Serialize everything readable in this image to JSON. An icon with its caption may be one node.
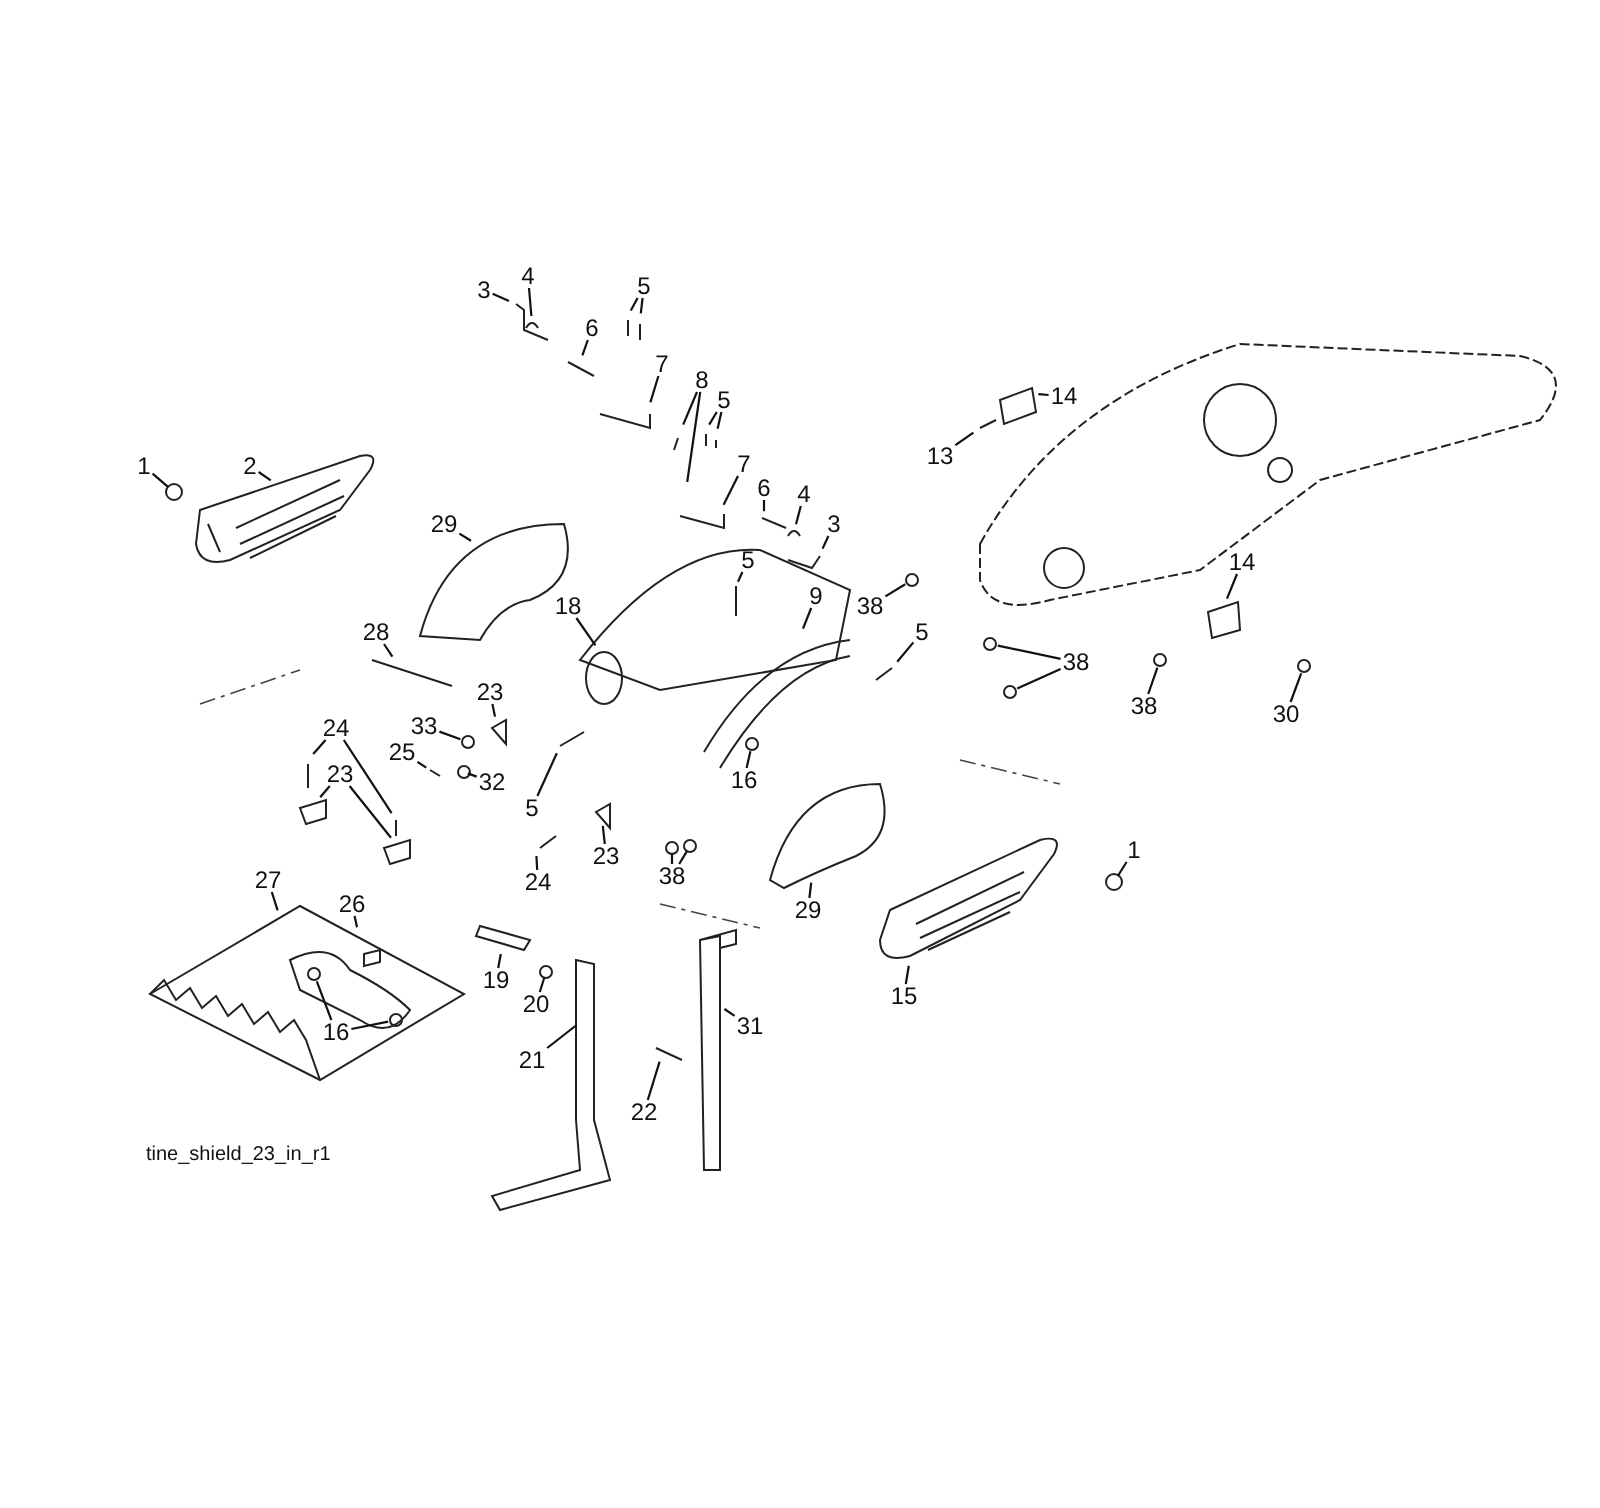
{
  "diagram": {
    "nodes": [
      {
        "text": [
          "1"
        ]
      },
      {
        "text": [
          "2"
        ]
      },
      {
        "text": [
          "3"
        ]
      },
      {
        "text": [
          "4"
        ]
      },
      {
        "text": [
          "5"
        ]
      },
      {
        "text": [
          "6"
        ]
      },
      {
        "text": [
          "7"
        ]
      },
      {
        "text": [
          "8"
        ]
      },
      {
        "text": [
          "5"
        ]
      },
      {
        "text": [
          "7"
        ]
      },
      {
        "text": [
          "6"
        ]
      },
      {
        "text": [
          "4"
        ]
      },
      {
        "text": [
          "3"
        ]
      },
      {
        "text": [
          "29"
        ]
      },
      {
        "text": [
          "5"
        ]
      },
      {
        "text": [
          "9"
        ]
      },
      {
        "text": [
          "18"
        ]
      },
      {
        "text": [
          "28"
        ]
      },
      {
        "text": [
          "13"
        ]
      },
      {
        "text": [
          "14"
        ]
      },
      {
        "text": [
          "38"
        ]
      },
      {
        "text": [
          "5"
        ]
      },
      {
        "text": [
          "38"
        ]
      },
      {
        "text": [
          "14"
        ]
      },
      {
        "text": [
          "38"
        ]
      },
      {
        "text": [
          "30"
        ]
      },
      {
        "text": [
          "24"
        ]
      },
      {
        "text": [
          "33"
        ]
      },
      {
        "text": [
          "23"
        ]
      },
      {
        "text": [
          "25"
        ]
      },
      {
        "text": [
          "32"
        ]
      },
      {
        "text": [
          "23"
        ]
      },
      {
        "text": [
          "5"
        ]
      },
      {
        "text": [
          "16"
        ]
      },
      {
        "text": [
          "23"
        ]
      },
      {
        "text": [
          "24"
        ]
      },
      {
        "text": [
          "38"
        ]
      },
      {
        "text": [
          "29"
        ]
      },
      {
        "text": [
          "1"
        ]
      },
      {
        "text": [
          "26"
        ]
      },
      {
        "text": [
          "27"
        ]
      },
      {
        "text": [
          "16"
        ]
      },
      {
        "text": [
          "19"
        ]
      },
      {
        "text": [
          "20"
        ]
      },
      {
        "text": [
          "21"
        ]
      },
      {
        "text": [
          "15"
        ]
      },
      {
        "text": [
          "22"
        ]
      },
      {
        "text": [
          "31"
        ]
      },
      {
        "text": [],
        "shape": "picture"
      }
    ],
    "edges": [
      {
        "from": 0,
        "to": null,
        "arrow": "none"
      },
      {
        "from": 1,
        "to": null,
        "arrow": "none"
      },
      {
        "from": 2,
        "to": null,
        "arrow": "none"
      },
      {
        "from": 3,
        "to": null,
        "arrow": "none"
      },
      {
        "from": 4,
        "to": null,
        "arrow": "none"
      },
      {
        "from": 4,
        "to": null,
        "arrow": "none"
      },
      {
        "from": 5,
        "to": null,
        "arrow": "none"
      },
      {
        "from": 6,
        "to": null,
        "arrow": "none"
      },
      {
        "from": 7,
        "to": null,
        "arrow": "none"
      },
      {
        "from": 7,
        "to": null,
        "arrow": "none"
      },
      {
        "from": 8,
        "to": null,
        "arrow": "none"
      },
      {
        "from": 8,
        "to": null,
        "arrow": "none"
      },
      {
        "from": 9,
        "to": null,
        "arrow": "none"
      },
      {
        "from": 10,
        "to": null,
        "arrow": "none"
      },
      {
        "from": 11,
        "to": null,
        "arrow": "none"
      },
      {
        "from": 12,
        "to": null,
        "arrow": "none"
      },
      {
        "from": 13,
        "to": null,
        "arrow": "none"
      },
      {
        "from": 14,
        "to": null,
        "arrow": "none"
      },
      {
        "from": 15,
        "to": null,
        "arrow": "none"
      },
      {
        "from": 16,
        "to": null,
        "arrow": "none"
      },
      {
        "from": 17,
        "to": null,
        "arrow": "none"
      },
      {
        "from": 18,
        "to": null,
        "arrow": "none"
      },
      {
        "from": 19,
        "to": null,
        "arrow": "none"
      },
      {
        "from": 20,
        "to": null,
        "arrow": "none"
      },
      {
        "from": 21,
        "to": null,
        "arrow": "none"
      },
      {
        "from": 22,
        "to": null,
        "arrow": "none"
      },
      {
        "from": 22,
        "to": null,
        "arrow": "none"
      },
      {
        "from": 23,
        "to": null,
        "arrow": "none"
      },
      {
        "from": 24,
        "to": null,
        "arrow": "none"
      },
      {
        "from": 25,
        "to": null,
        "arrow": "none"
      },
      {
        "from": 26,
        "to": null,
        "arrow": "none"
      },
      {
        "from": 26,
        "to": null,
        "arrow": "none"
      },
      {
        "from": 27,
        "to": null,
        "arrow": "none"
      },
      {
        "from": 28,
        "to": null,
        "arrow": "none"
      },
      {
        "from": 29,
        "to": null,
        "arrow": "none"
      },
      {
        "from": 30,
        "to": null,
        "arrow": "none"
      },
      {
        "from": 31,
        "to": null,
        "arrow": "none"
      },
      {
        "from": 31,
        "to": null,
        "arrow": "none"
      },
      {
        "from": 32,
        "to": null,
        "arrow": "none"
      },
      {
        "from": 33,
        "to": null,
        "arrow": "none"
      },
      {
        "from": 34,
        "to": null,
        "arrow": "none"
      },
      {
        "from": 35,
        "to": null,
        "arrow": "none"
      },
      {
        "from": 36,
        "to": null,
        "arrow": "none"
      },
      {
        "from": 36,
        "to": null,
        "arrow": "none"
      },
      {
        "from": 37,
        "to": null,
        "arrow": "none"
      },
      {
        "from": 38,
        "to": null,
        "arrow": "none"
      },
      {
        "from": 39,
        "to": null,
        "arrow": "none"
      },
      {
        "from": 40,
        "to": null,
        "arrow": "none"
      },
      {
        "from": 41,
        "to": null,
        "arrow": "none"
      },
      {
        "from": 41,
        "to": null,
        "arrow": "none"
      },
      {
        "from": 42,
        "to": null,
        "arrow": "none"
      },
      {
        "from": 43,
        "to": null,
        "arrow": "none"
      },
      {
        "from": 44,
        "to": 48,
        "arrow": "none"
      },
      {
        "from": 45,
        "to": null,
        "arrow": "none"
      },
      {
        "from": 46,
        "to": null,
        "arrow": "none"
      },
      {
        "from": 47,
        "to": null,
        "arrow": "none"
      }
    ],
    "labels": [
      "tine_shield_23_in_r1"
    ]
  }
}
